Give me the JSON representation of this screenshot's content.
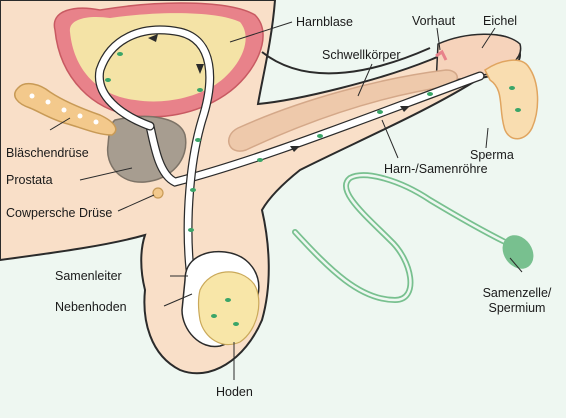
{
  "labels": {
    "harnblase": "Harnblase",
    "vorhaut": "Vorhaut",
    "eichel": "Eichel",
    "schwellkoerper": "Schwellkörper",
    "blaeschendruese": "Bläschendrüse",
    "prostata": "Prostata",
    "sperma": "Sperma",
    "harn_samenroehre": "Harn-/Samenröhre",
    "cowpersche_druese": "Cowpersche Drüse",
    "samenleiter": "Samenleiter",
    "nebenhoden": "Nebenhoden",
    "samenzelle_line1": "Samenzelle/",
    "samenzelle_line2": "Spermium",
    "hoden": "Hoden"
  },
  "colors": {
    "background": "#eef7f1",
    "skin": "#f9dfc8",
    "outline": "#2b2b2b",
    "bladder_wall": "#e8828a",
    "bladder_inner": "#f4e3a6",
    "prostate": "#a79d90",
    "seminal_vesicle": "#f3c98c",
    "erectile_tissue": "#eec9ab",
    "duct_fill": "#ffffff",
    "sperm_green": "#3aa568",
    "testis": "#f8e6a8",
    "sperm_cell_green": "#78c08f"
  },
  "icons": [
    "sperm-cell-illustration",
    "flow-arrow"
  ]
}
